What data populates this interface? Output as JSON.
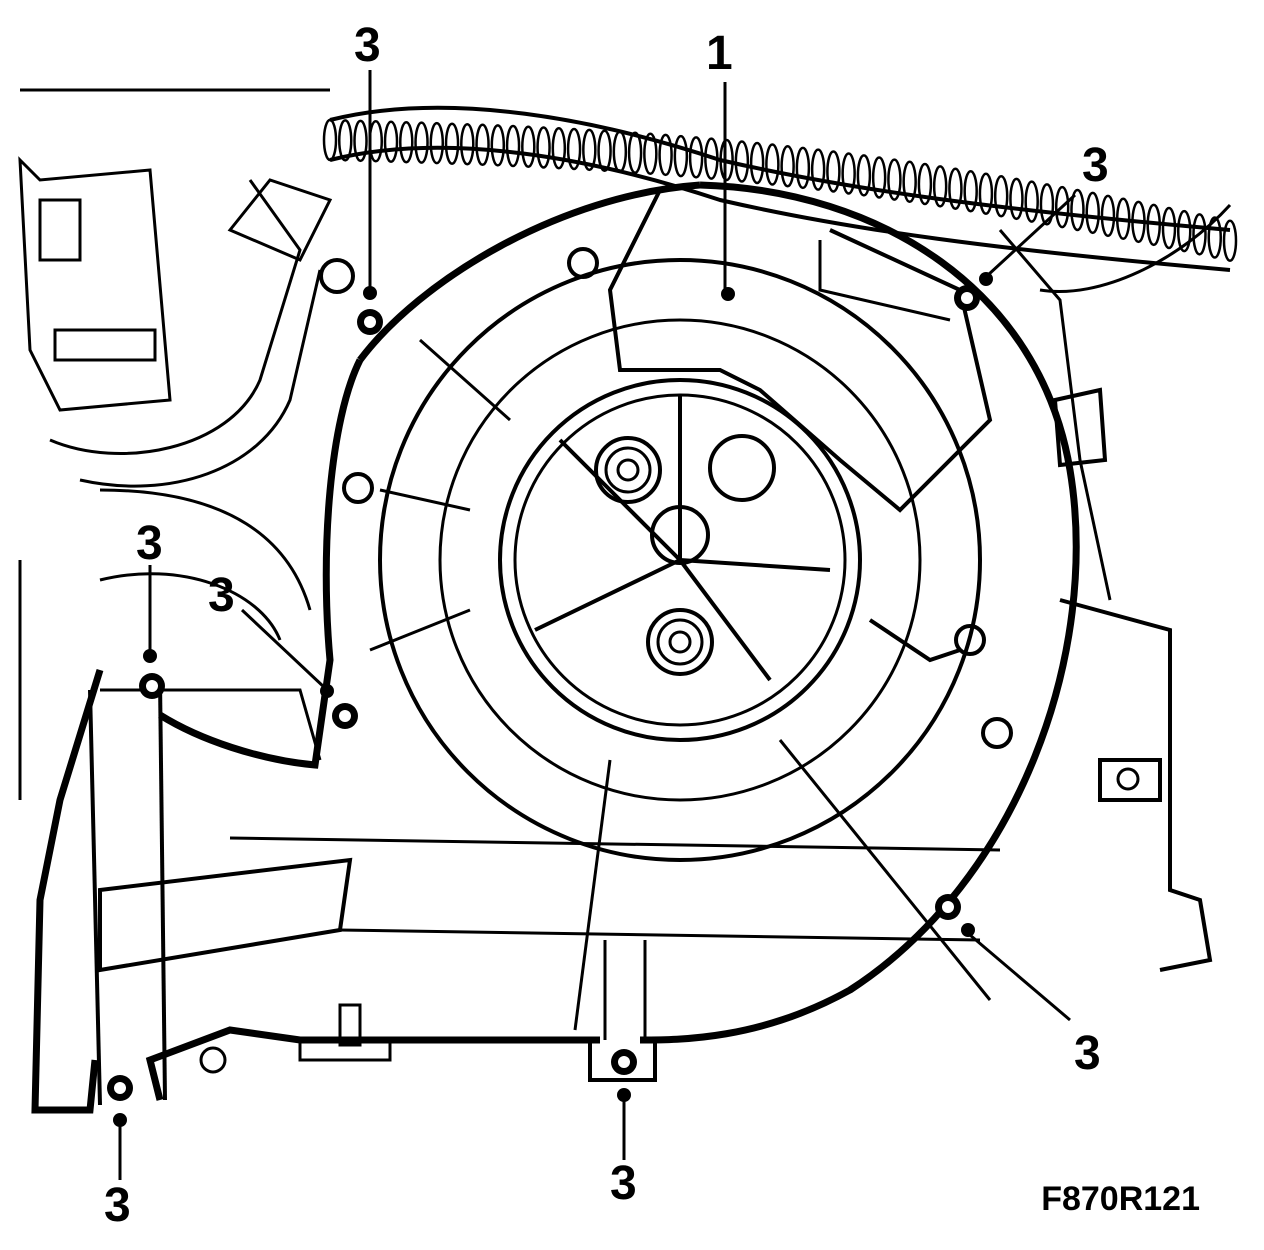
{
  "callouts": {
    "housing": "1",
    "screw_top": "3",
    "screw_right_top": "3",
    "screw_left": "3",
    "screw_left_inner": "3",
    "screw_right_bottom": "3",
    "screw_bottom_left": "3",
    "screw_bottom_center": "3"
  },
  "figure_ref": "F870R121"
}
